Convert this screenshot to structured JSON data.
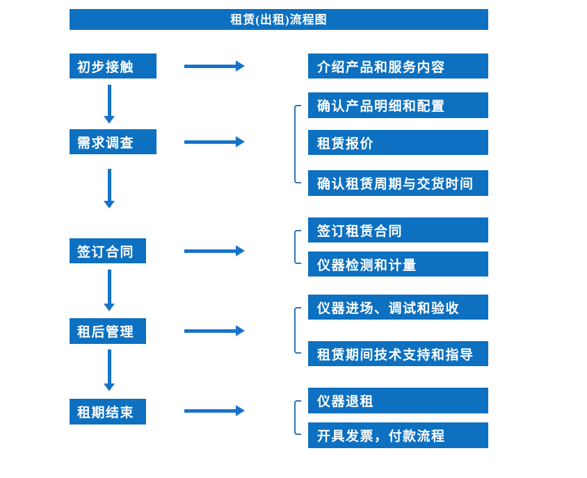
{
  "title": "租赁(出租)流程图",
  "colors": {
    "box": "#0d70c0",
    "arrow": "#1673c9",
    "bracket": "#2e74b5",
    "text": "#ffffff"
  },
  "steps": [
    {
      "label": "初步接触",
      "details": [
        "介绍产品和服务内容"
      ]
    },
    {
      "label": "需求调查",
      "details": [
        "确认产品明细和配置",
        "租赁报价",
        "确认租赁周期与交货时间"
      ]
    },
    {
      "label": "签订合同",
      "details": [
        "签订租赁合同",
        "仪器检测和计量"
      ]
    },
    {
      "label": "租后管理",
      "details": [
        "仪器进场、调试和验收",
        "租赁期间技术支持和指导"
      ]
    },
    {
      "label": "租期结束",
      "details": [
        "仪器退租",
        "开具发票，付款流程"
      ]
    }
  ]
}
